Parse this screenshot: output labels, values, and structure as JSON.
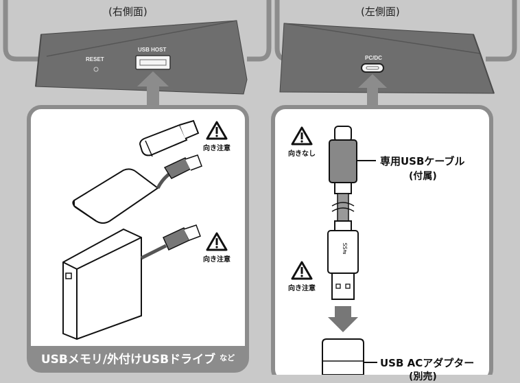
{
  "right_side": {
    "heading": "(右側面)",
    "reset_label": "RESET",
    "usb_host_label": "USB HOST"
  },
  "left_side": {
    "heading": "(左側面)",
    "pcdc_label": "PC/DC"
  },
  "left_panel": {
    "warn_top": "向き注意",
    "warn_bottom": "向き注意",
    "caption": "USBメモリ/外付けUSBドライブ",
    "caption_suffix": "など"
  },
  "right_panel": {
    "warn_top": "向きなし",
    "warn_bottom": "向き注意",
    "cable_label": "専用USBケーブル",
    "cable_sub": "(付属)",
    "adapter_label": "USB ACアダプター",
    "adapter_sub": "(別売)"
  },
  "colors": {
    "background": "#c9c9c9",
    "device": "#6e6e6e",
    "panel_border": "#8c8c8c"
  }
}
